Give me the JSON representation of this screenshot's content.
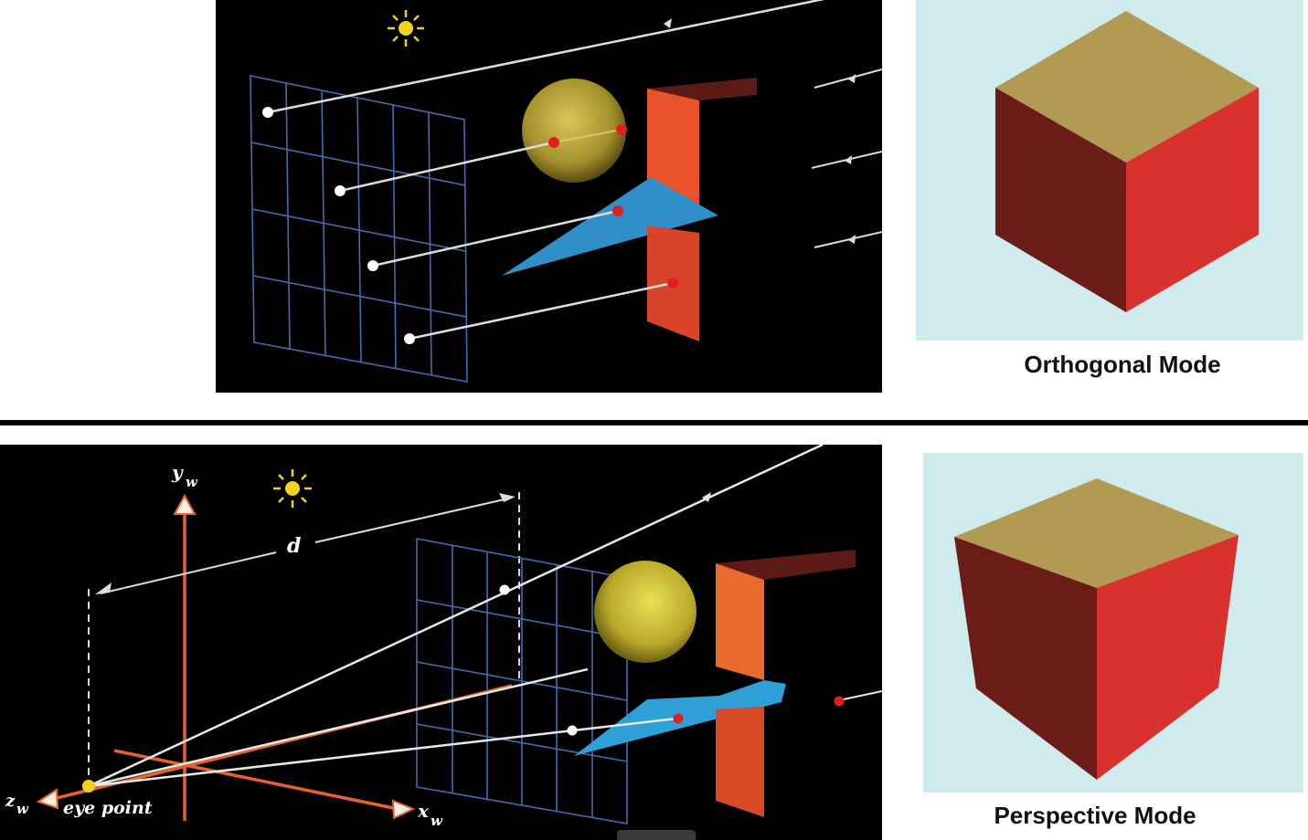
{
  "top_figure": {
    "caption": "Orthogonal Mode"
  },
  "bottom_figure": {
    "caption": "Perspective Mode",
    "labels": {
      "y_axis": "y",
      "y_axis_sub": "w",
      "x_axis": "x",
      "x_axis_sub": "w",
      "z_axis": "z",
      "z_axis_sub": "w",
      "distance": "d",
      "eye": "eye point"
    }
  },
  "colors": {
    "background": "#000000",
    "grid": "#3f6fb0",
    "sphere": "#c9b23a",
    "wall": "#e8442a",
    "triangle": "#2f8fc8",
    "axis": "#e8632a",
    "cube_top": "#b39a52",
    "cube_left": "#6b1c17",
    "cube_right": "#d8322e",
    "cube_bg": "#cfebee"
  }
}
